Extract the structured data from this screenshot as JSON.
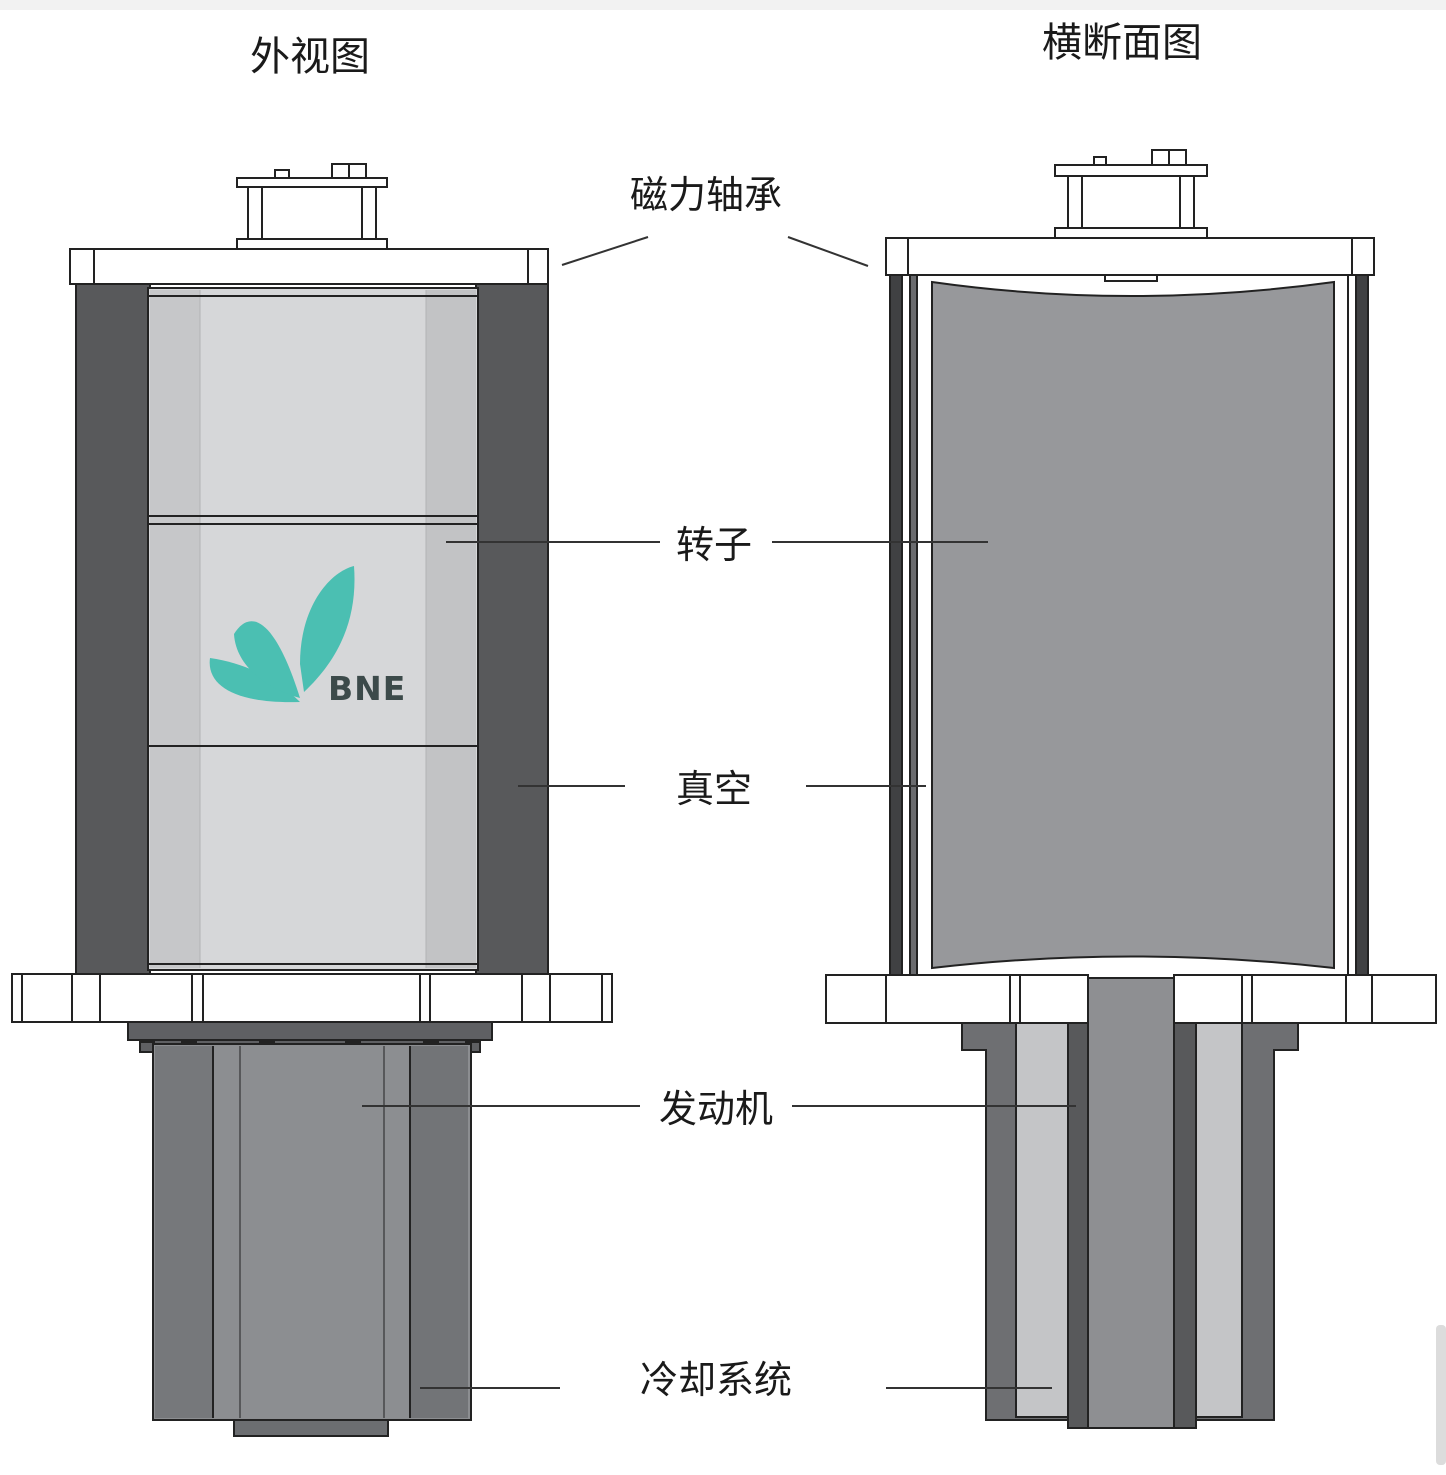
{
  "titles": {
    "exterior": "外视图",
    "cross_section": "横断面图"
  },
  "labels": {
    "magnetic_bearing": "磁力轴承",
    "rotor": "转子",
    "vacuum": "真空",
    "motor": "发动机",
    "cooling_system": "冷却系统"
  },
  "logo": {
    "text": "BNE",
    "leaf_color": "#4bbfb2",
    "text_color": "#3c4a4a"
  },
  "colors": {
    "outline": "#222222",
    "housing_dark": "#58595b",
    "rotor_light": "#d6d7d9",
    "section_rotor": "#97989b",
    "motor_body": "#8c8e91",
    "flange": "#ffffff"
  }
}
